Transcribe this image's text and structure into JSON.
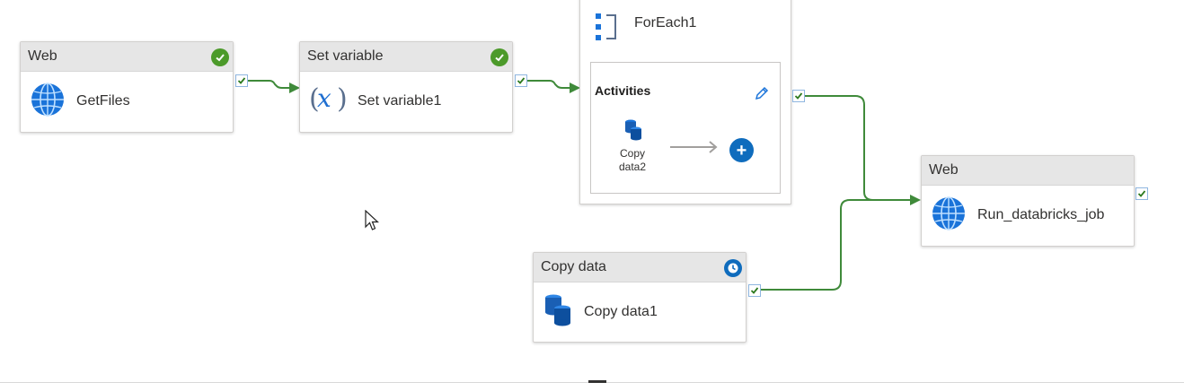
{
  "nodes": {
    "getfiles": {
      "type_label": "Web",
      "name": "GetFiles",
      "status": "succeeded",
      "icon": "globe-icon"
    },
    "setvar": {
      "type_label": "Set variable",
      "name": "Set variable1",
      "status": "succeeded",
      "icon": "variable-icon"
    },
    "foreach": {
      "name": "ForEach1",
      "icon": "foreach-icon",
      "activities_label": "Activities",
      "inner_activity": {
        "label_line1": "Copy",
        "label_line2": "data2",
        "icon": "copy-data-icon"
      },
      "add_symbol": "+"
    },
    "copydata": {
      "type_label": "Copy data",
      "name": "Copy data1",
      "status": "queued",
      "icon": "copy-data-icon"
    },
    "databricks": {
      "type_label": "Web",
      "name": "Run_databricks_job",
      "icon": "globe-icon"
    }
  },
  "colors": {
    "success_green": "#4c9a2a",
    "connector_green": "#3f8a3a",
    "accent_blue": "#0f6cbd",
    "header_gray": "#e6e6e6"
  }
}
